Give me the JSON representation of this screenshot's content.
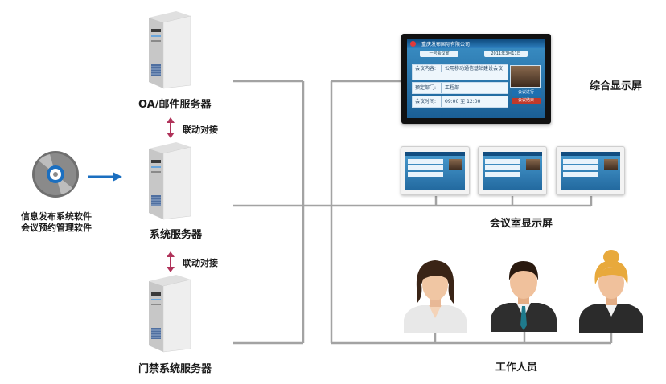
{
  "labels": {
    "oa_server": "OA/邮件服务器",
    "link1": "联动对接",
    "system_server": "系统服务器",
    "link2": "联动对接",
    "door_server": "门禁系统服务器",
    "software_line1": "信息发布系统软件",
    "software_line2": "会议预约管理软件",
    "main_display": "综合显示屏",
    "room_display": "会议室显示屏",
    "staff": "工作人员"
  },
  "screen": {
    "header_title": "重庆发布国际有限公司",
    "room_tab": "一号会议室",
    "date": "2011年3月11日",
    "rows": [
      {
        "key": "会议内容:",
        "value": "公用移动通信基站建设会议"
      },
      {
        "key": "预定部门:",
        "value": "工程部"
      },
      {
        "key": "会议时间:",
        "value": "09:00 至 12:00"
      }
    ],
    "btn1": "会议进行",
    "btn2": "会议结束"
  },
  "colors": {
    "line": "#9e9e9e",
    "arrow_blue": "#1b6fc0",
    "link_arrow": "#b0335a"
  }
}
